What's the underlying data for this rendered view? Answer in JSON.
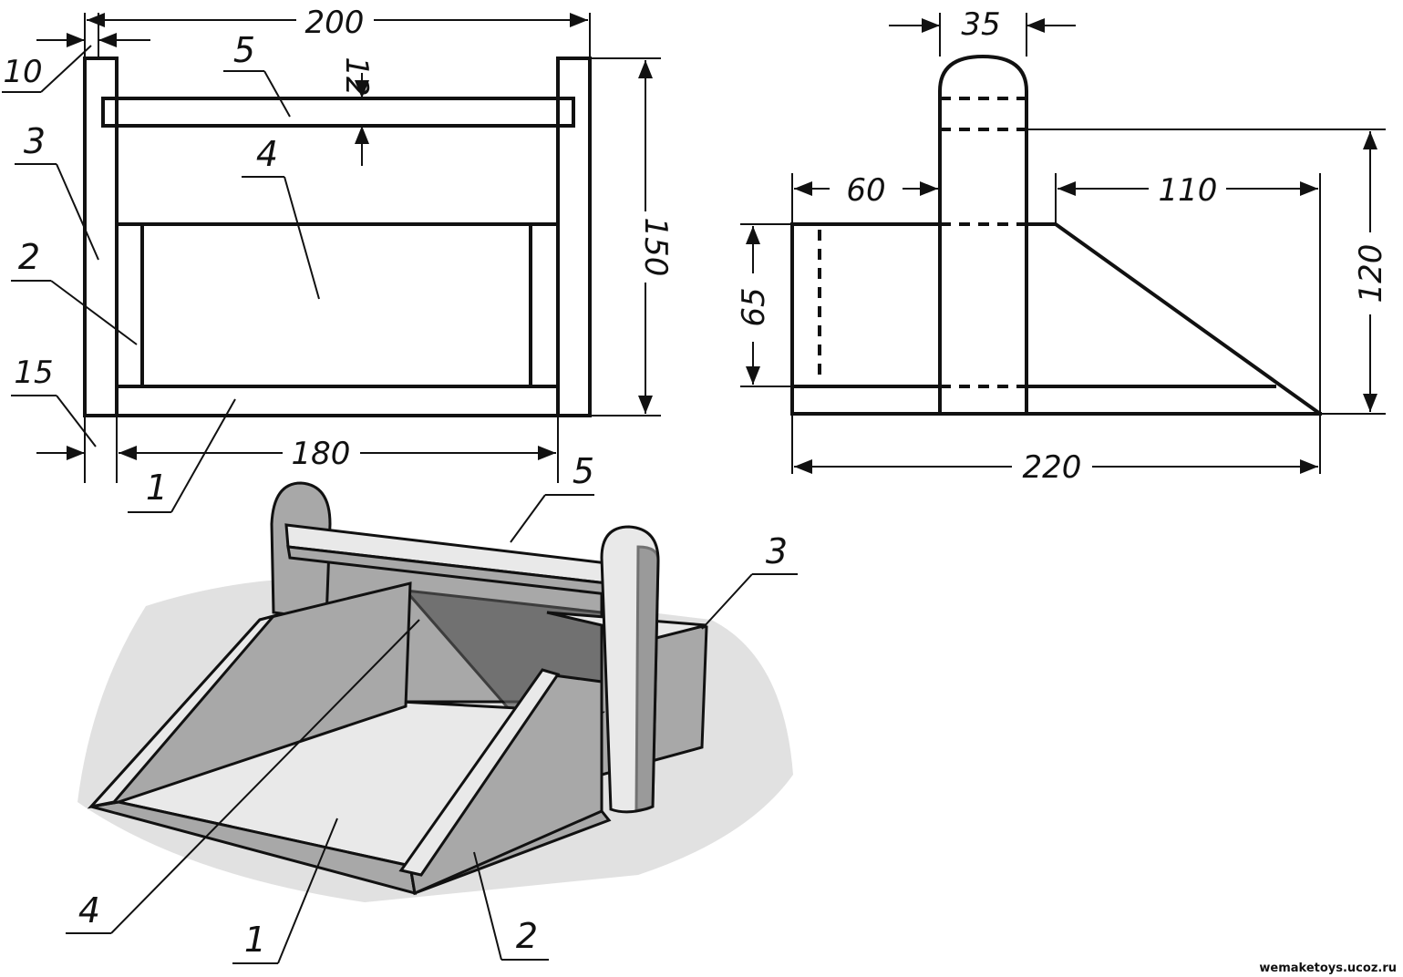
{
  "front_view": {
    "dimensions": {
      "overall_width": "200",
      "side_thickness": "10",
      "handle_thickness": "12",
      "height": "150",
      "base_offset": "15",
      "inner_width": "180"
    },
    "part_labels": [
      "5",
      "3",
      "4",
      "2",
      "1"
    ]
  },
  "side_view": {
    "dimensions": {
      "post_width": "35",
      "front_length": "60",
      "ramp_length": "110",
      "wall_height": "65",
      "total_height": "120",
      "total_length": "220"
    }
  },
  "perspective_view": {
    "part_labels": [
      "5",
      "3",
      "4",
      "1",
      "2"
    ]
  },
  "watermark": "wemaketoys.ucoz.ru"
}
